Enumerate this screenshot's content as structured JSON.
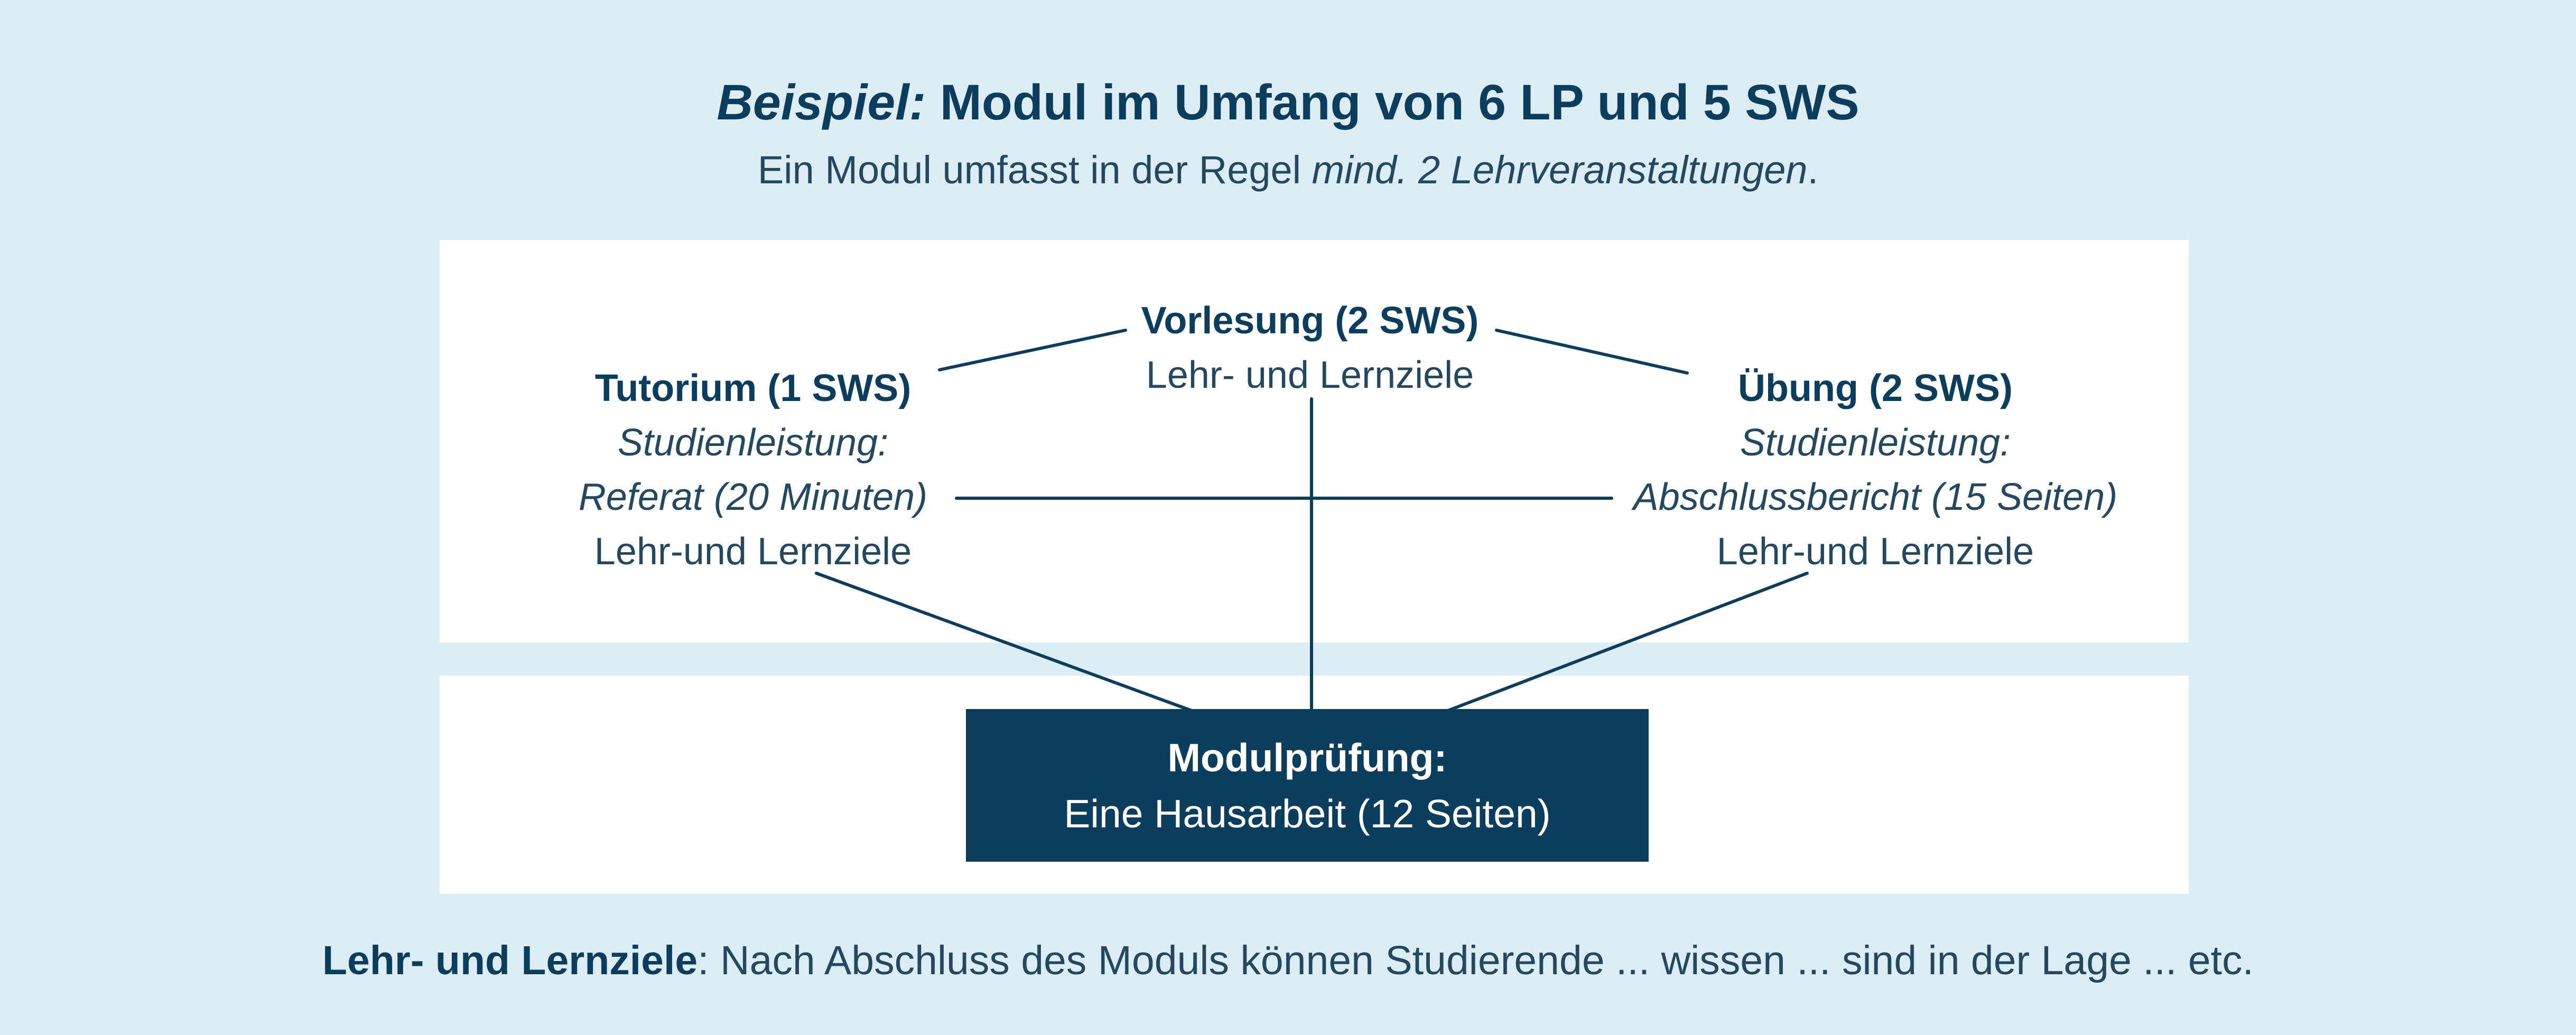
{
  "title": {
    "prefix": "Beispiel:",
    "rest": " Modul im Umfang von 6 LP und 5 SWS"
  },
  "subtitle": {
    "part1": "Ein Modul umfasst in der Regel ",
    "emphasis": "mind. 2 Lehrveranstaltungen",
    "part2": "."
  },
  "nodes": {
    "vorlesung": {
      "title": "Vorlesung (2 SWS)",
      "line1": "Lehr- und Lernziele"
    },
    "tutorium": {
      "title": "Tutorium (1 SWS)",
      "line1": "Studienleistung:",
      "line2": "Referat (20 Minuten)",
      "line3": "Lehr-und Lernziele"
    },
    "uebung": {
      "title": "Übung (2 SWS)",
      "line1": "Studienleistung:",
      "line2": "Abschlussbericht (15 Seiten)",
      "line3": "Lehr-und Lernziele"
    }
  },
  "exam_box": {
    "title": "Modulprüfung:",
    "line1": "Eine Hausarbeit (12 Seiten)"
  },
  "footer": {
    "bold": "Lehr- und Lernziele",
    "rest": ": Nach Abschluss des Moduls können Studierende ... wissen ... sind in der Lage ... etc."
  },
  "colors": {
    "background": "#dcedf6",
    "panel": "#ffffff",
    "navy": "#0d3d5c",
    "text": "#24485f",
    "box_text": "#ffffff"
  }
}
